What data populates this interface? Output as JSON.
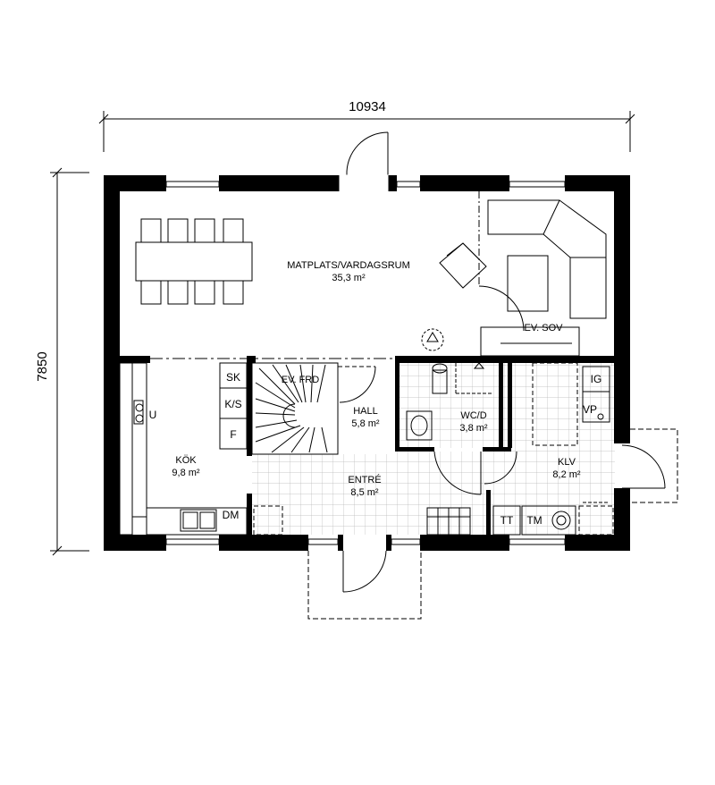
{
  "dimensions": {
    "width": "10934",
    "height": "7850"
  },
  "rooms": {
    "living": {
      "name": "MATPLATS/VARDAGSRUM",
      "area": "35,3 m²"
    },
    "ev_sov": {
      "name": "EV. SOV"
    },
    "kitchen": {
      "name": "KÖK",
      "area": "9,8 m²"
    },
    "hall": {
      "name": "HALL",
      "area": "5,8 m²"
    },
    "ev_frd": {
      "name": "EV. FRD"
    },
    "wc": {
      "name": "WC/D",
      "area": "3,8 m²"
    },
    "entre": {
      "name": "ENTRÉ",
      "area": "8,5 m²"
    },
    "klv": {
      "name": "KLV",
      "area": "8,2 m²"
    }
  },
  "fixtures": {
    "sk": "SK",
    "ks": "K/S",
    "f": "F",
    "u": "U",
    "dm": "DM",
    "ig": "IG",
    "vp": "VP",
    "tt": "TT",
    "tm": "TM"
  }
}
